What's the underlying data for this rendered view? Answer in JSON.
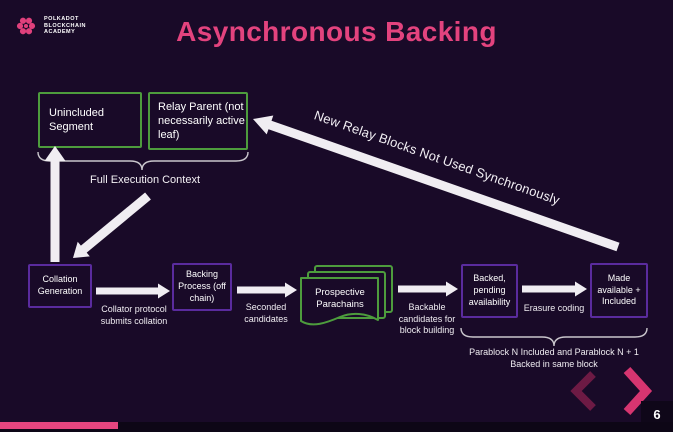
{
  "colors": {
    "background": "#190a28",
    "title_pink": "#e3437e",
    "green_border": "#4d9c3d",
    "purple_border": "#5a2b9e",
    "arrow_white": "#f0edf2",
    "brace_gray": "#c9c6cc",
    "prev_chevron": "#6d1a44",
    "next_chevron": "#d63570",
    "footer_pink": "#e5457f"
  },
  "header": {
    "logo_text": [
      "POLKADOT",
      "BLOCKCHAIN",
      "ACADEMY"
    ],
    "title": "Asynchronous Backing"
  },
  "diagram": {
    "unincluded_box": "Unincluded Segment",
    "relay_parent_box": "Relay Parent (not necessarily active leaf)",
    "execution_context_label": "Full Execution Context",
    "diagonal_note": "New Relay Blocks Not Used Synchronously",
    "flow": {
      "collation_box": "Collation Generation",
      "backing_box": "Backing Process (off chain)",
      "prospective_box": "Prospective Parachains",
      "backed_box": "Backed, pending availability",
      "made_available_box": "Made available + Included",
      "collator_caption": "Collator protocol submits collation",
      "seconded_caption": "Seconded candidates",
      "backable_caption": "Backable candidates for block building",
      "erasure_caption": "Erasure coding"
    },
    "bottom_note": {
      "line1": "Parablock N Included and Parablock N + 1",
      "line2": "Backed in same block"
    }
  },
  "footer": {
    "page_number": "6"
  }
}
